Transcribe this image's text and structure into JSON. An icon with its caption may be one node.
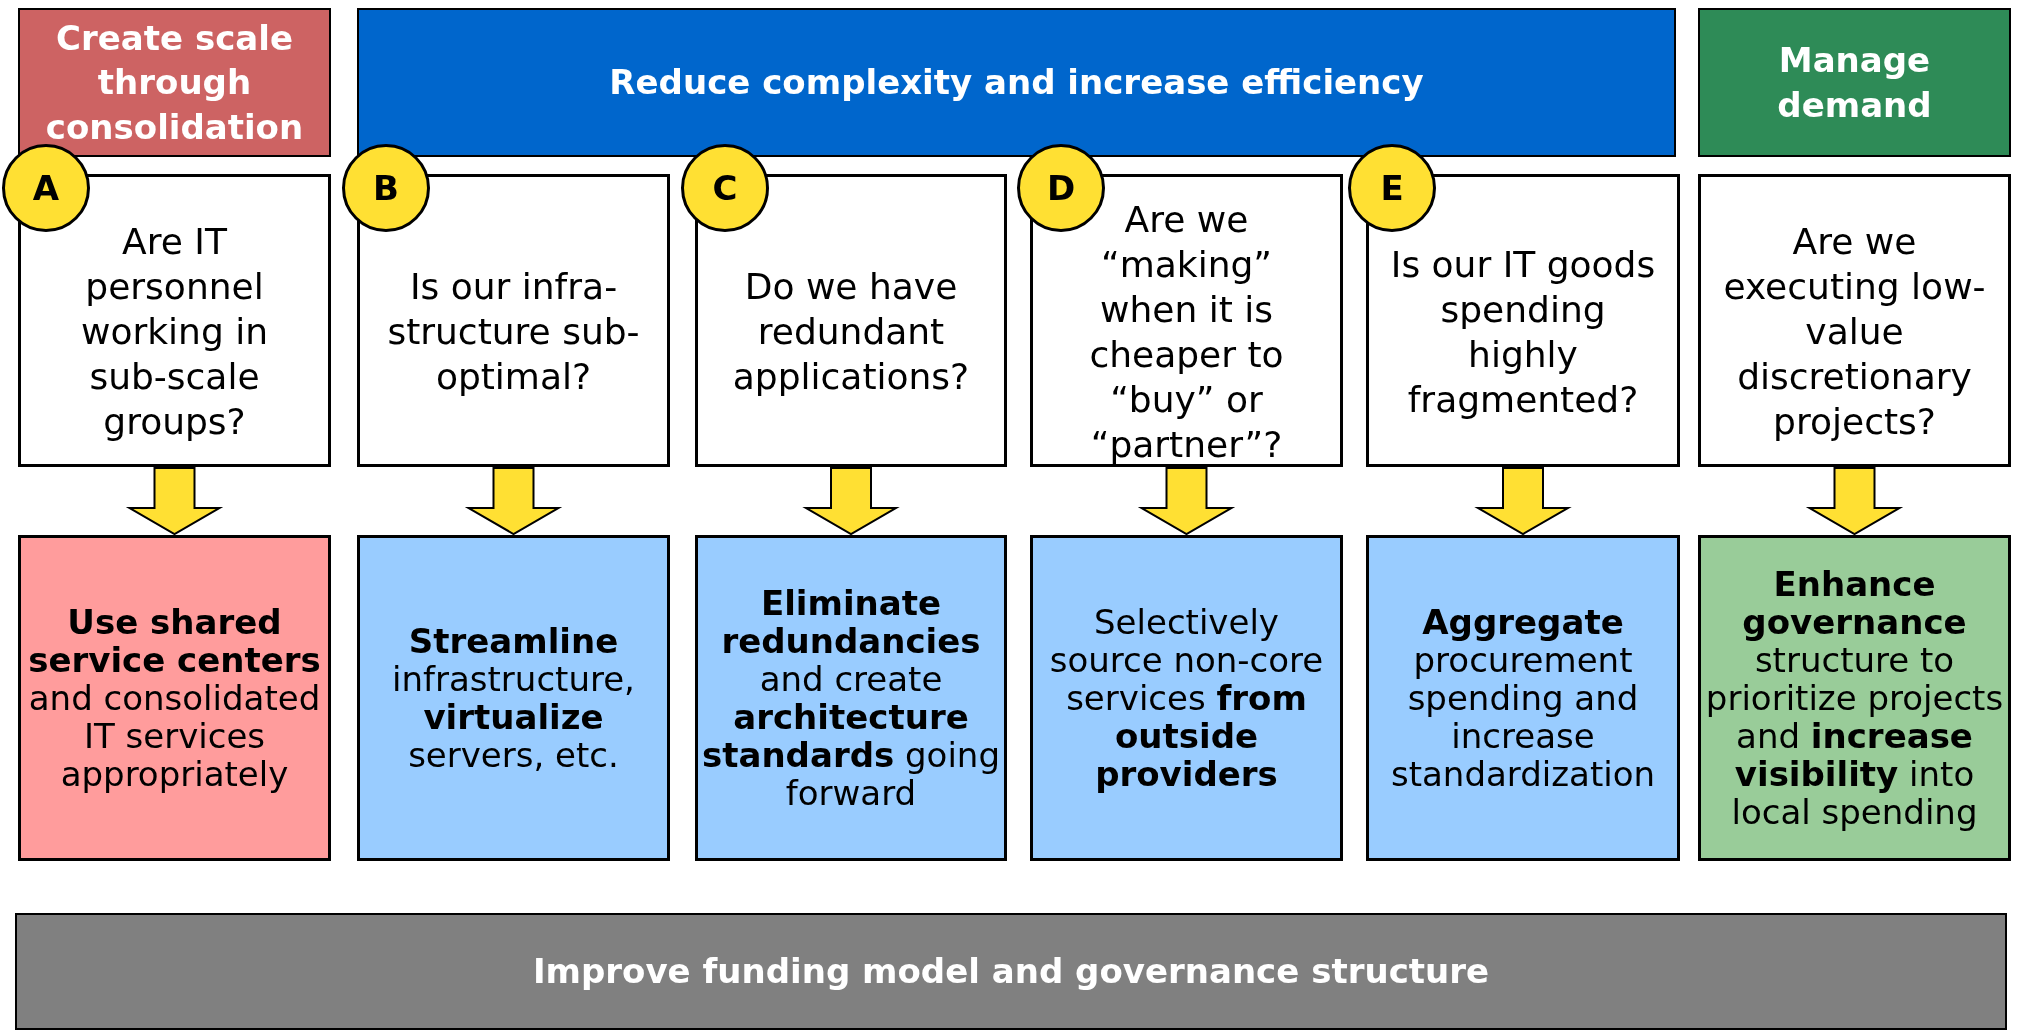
{
  "diagram": {
    "nodes": [
      {
        "text": [
          "Create scale through consolidation"
        ]
      },
      {
        "text": [
          "Reduce complexity and increase efficiency"
        ]
      },
      {
        "text": [
          "Manage demand"
        ]
      },
      {
        "text": [
          "A"
        ]
      },
      {
        "text": [
          "Are IT personnel working in sub-scale groups?"
        ]
      },
      {
        "text": [
          "B"
        ]
      },
      {
        "text": [
          "Is our infra-structure sub-optimal?"
        ]
      },
      {
        "text": [
          "C"
        ]
      },
      {
        "text": [
          "Do we have redundant applications?"
        ]
      },
      {
        "text": [
          "D"
        ]
      },
      {
        "text": [
          "Are we “making” when it is cheaper to “buy” or “partner”?"
        ]
      },
      {
        "text": [
          "E"
        ]
      },
      {
        "text": [
          "Is our IT goods spending highly fragmented?"
        ]
      },
      {
        "text": [
          "Are we executing low-value discretionary projects?"
        ]
      },
      {
        "text": [
          "**Use shared service centers** and consolidated IT services appropriately"
        ]
      },
      {
        "text": [
          "**Streamline** infrastructure, **virtualize** servers, etc."
        ]
      },
      {
        "text": [
          "**Eliminate redundancies** and create **architecture standards** going forward"
        ]
      },
      {
        "text": [
          "Selectively source non-core services **from outside providers**"
        ]
      },
      {
        "text": [
          "**Aggregate** procurement spending and increase standardization"
        ]
      },
      {
        "text": [
          "**Enhance governance** structure to prioritize projects and **increase visibility** into local spending"
        ]
      },
      {
        "text": [
          "Improve funding model and governance structure"
        ]
      }
    ],
    "edges": [
      {
        "from": 4,
        "to": 14,
        "arrow": "to"
      },
      {
        "from": 6,
        "to": 15,
        "arrow": "to"
      },
      {
        "from": 8,
        "to": 16,
        "arrow": "to"
      },
      {
        "from": 10,
        "to": 17,
        "arrow": "to"
      },
      {
        "from": 12,
        "to": 18,
        "arrow": "to"
      },
      {
        "from": 13,
        "to": 19,
        "arrow": "to"
      }
    ]
  }
}
